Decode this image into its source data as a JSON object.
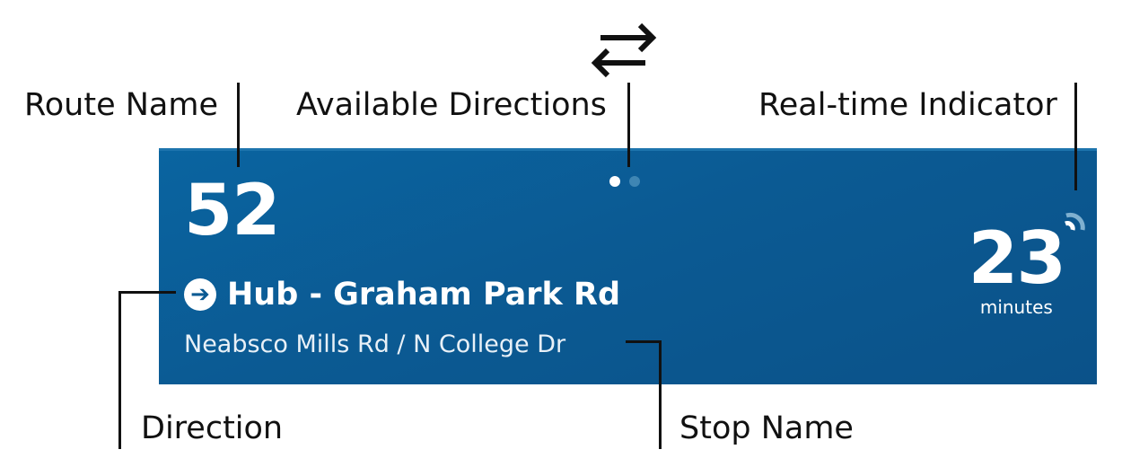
{
  "annotations": {
    "route_name": "Route Name",
    "available_directions": "Available Directions",
    "realtime_indicator": "Real-time Indicator",
    "direction": "Direction",
    "stop_name": "Stop Name"
  },
  "card": {
    "route": "52",
    "direction": "Hub - Graham Park Rd",
    "stop": "Neabsco Mills Rd / N College Dr",
    "eta_value": "23",
    "eta_unit": "minutes",
    "direction_count": 2,
    "active_direction": 1,
    "colors": {
      "background": "#0b5a93",
      "text": "#ffffff",
      "inactive_dot": "#3f86b4"
    }
  }
}
